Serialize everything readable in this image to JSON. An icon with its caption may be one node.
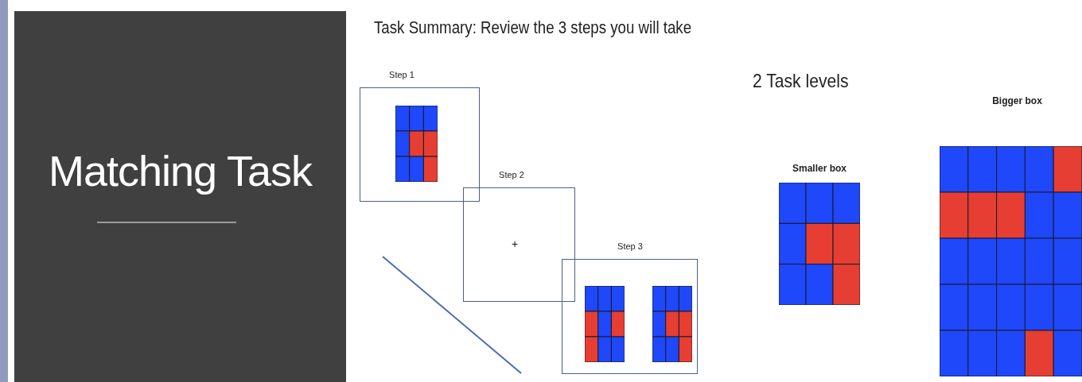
{
  "diagram": {
    "title": "Task Summary: Review the 3 steps you will take",
    "nodes": [
      {
        "text": [
          "Matching Task"
        ]
      },
      {
        "text": [
          "Step 1"
        ]
      },
      {
        "text": [
          "Step 2",
          "+"
        ]
      },
      {
        "text": [
          "Step 3"
        ]
      },
      {
        "text": [
          "Smaller box"
        ]
      },
      {
        "text": [
          "Bigger box"
        ]
      }
    ],
    "labels": [
      "2 Task levels"
    ]
  }
}
